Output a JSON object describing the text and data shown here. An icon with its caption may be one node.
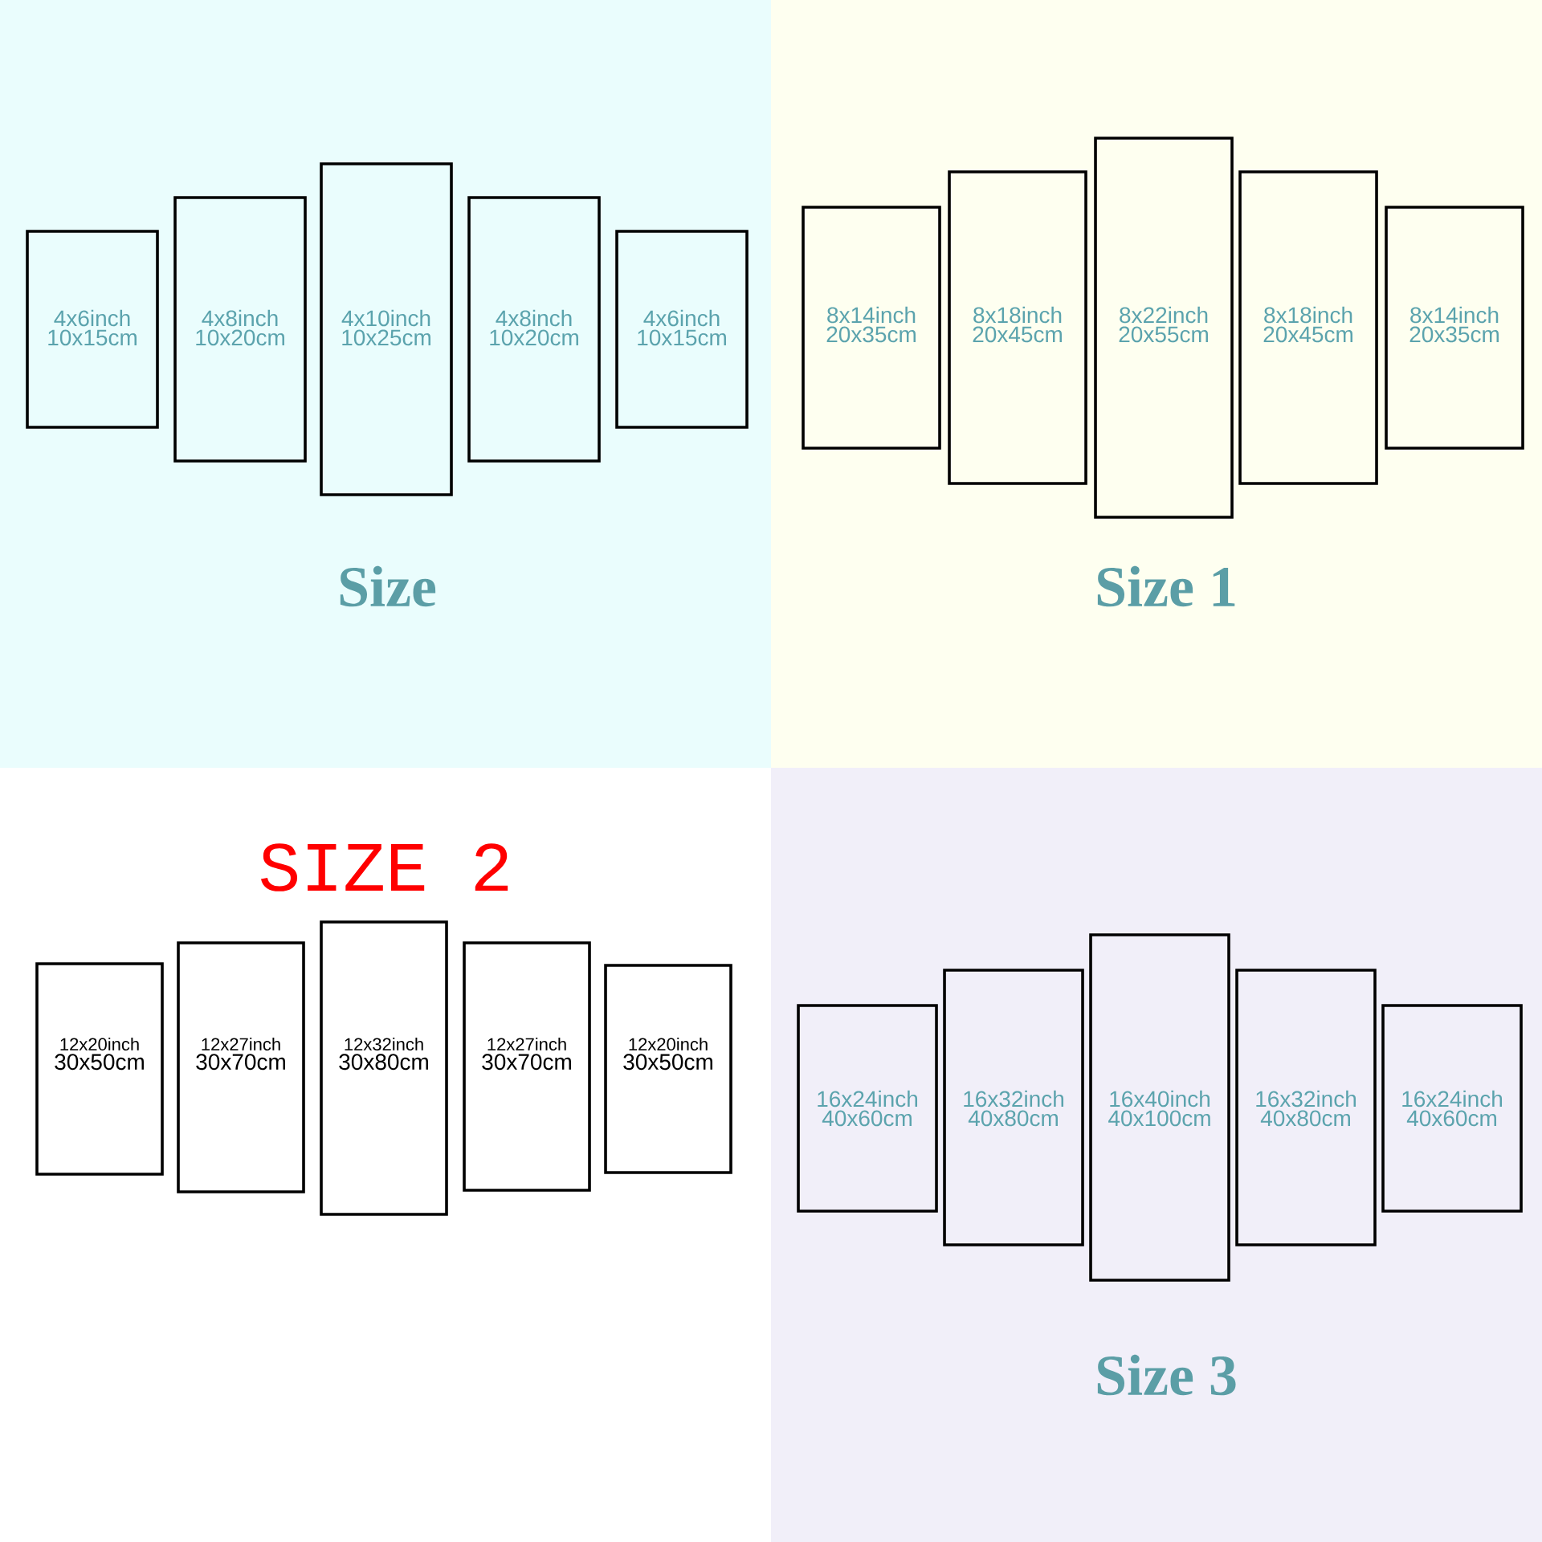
{
  "diagram": {
    "nodes": [
      {
        "text": [
          "Size"
        ]
      },
      {
        "text": [
          "4x6inch",
          "10x15cm"
        ],
        "in": 0
      },
      {
        "text": [
          "4x8inch",
          "10x20cm"
        ],
        "in": 0
      },
      {
        "text": [
          "4x10inch",
          "10x25cm"
        ],
        "in": 0
      },
      {
        "text": [
          "4x8inch",
          "10x20cm"
        ],
        "in": 0
      },
      {
        "text": [
          "4x6inch",
          "10x15cm"
        ],
        "in": 0
      },
      {
        "text": [
          "Size 1"
        ]
      },
      {
        "text": [
          "8x14inch",
          "20x35cm"
        ],
        "in": 6
      },
      {
        "text": [
          "8x18inch",
          "20x45cm"
        ],
        "in": 6
      },
      {
        "text": [
          "8x22inch",
          "20x55cm"
        ],
        "in": 6
      },
      {
        "text": [
          "8x18inch",
          "20x45cm"
        ],
        "in": 6
      },
      {
        "text": [
          "8x14inch",
          "20x35cm"
        ],
        "in": 6
      },
      {
        "text": [
          "12x20inch",
          "30x50cm"
        ]
      },
      {
        "text": [
          "12x27inch",
          "30x70cm"
        ]
      },
      {
        "text": [
          "12x32inch",
          "30x80cm"
        ]
      },
      {
        "text": [
          "12x27inch",
          "30x70cm"
        ]
      },
      {
        "text": [
          "12x20inch",
          "30x50cm"
        ]
      },
      {
        "text": [
          "Size 3"
        ]
      },
      {
        "text": [
          "16x24inch",
          "40x60cm"
        ],
        "in": 17
      },
      {
        "text": [
          "16x32inch",
          "40x80cm"
        ],
        "in": 17
      },
      {
        "text": [
          "16x40inch",
          "40x100cm"
        ],
        "in": 17
      },
      {
        "text": [
          "16x32inch",
          "40x80cm"
        ],
        "in": 17
      },
      {
        "text": [
          "16x24inch",
          "40x60cm"
        ],
        "in": 17
      }
    ],
    "labels": [
      "SIZE 2"
    ]
  }
}
